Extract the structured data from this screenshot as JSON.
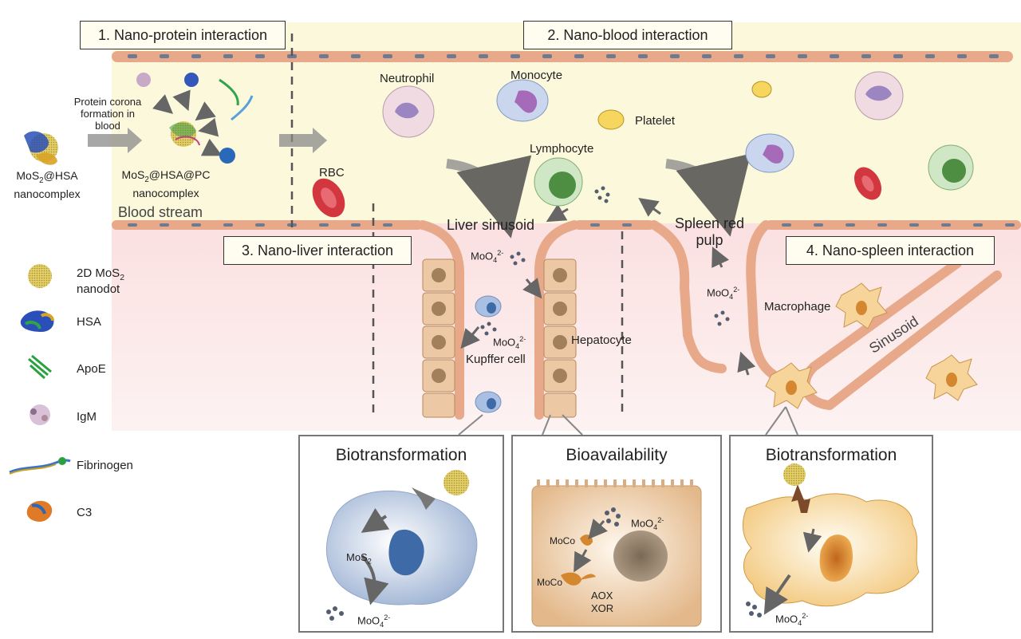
{
  "sections": {
    "s1": "1. Nano-protein interaction",
    "s2": "2. Nano-blood interaction",
    "s3": "3. Nano-liver interaction",
    "s4": "4. Nano-spleen interaction"
  },
  "labels": {
    "corona": [
      "Protein corona",
      "formation in",
      "blood"
    ],
    "mos2_hsa_base": "MoS",
    "mos2_hsa_rest": "@HSA",
    "nanocomplex": "nanocomplex",
    "mos2_hsa_pc_rest": "@HSA@PC",
    "blood_stream": "Blood stream",
    "rbc": "RBC",
    "neutrophil": "Neutrophil",
    "monocyte": "Monocyte",
    "platelet": "Platelet",
    "lymphocyte": "Lymphocyte",
    "liver_sinusoid": "Liver sinusoid",
    "spleen_red_pulp": [
      "Spleen red",
      "pulp"
    ],
    "moo4": "MoO",
    "kupffer": "Kupffer cell",
    "hepatocyte": "Hepatocyte",
    "macrophage": "Macrophage",
    "sinusoid": "Sinusoid",
    "mos2": "MoS",
    "moco": "MoCo",
    "aox": "AOX",
    "xor": "XOR",
    "sub2": "2",
    "sub4": "4",
    "sup2minus": "2-"
  },
  "legend": [
    {
      "label_pre": "2D MoS",
      "label_sub": "2",
      "label_post": " nanodot",
      "icon": "nanodot-icon"
    },
    {
      "label_pre": "HSA",
      "label_sub": "",
      "label_post": "",
      "icon": "hsa-protein-icon"
    },
    {
      "label_pre": "ApoE",
      "label_sub": "",
      "label_post": "",
      "icon": "apoe-protein-icon"
    },
    {
      "label_pre": "IgM",
      "label_sub": "",
      "label_post": "",
      "icon": "igm-protein-icon"
    },
    {
      "label_pre": "Fibrinogen",
      "label_sub": "",
      "label_post": "",
      "icon": "fibrinogen-protein-icon"
    },
    {
      "label_pre": "C3",
      "label_sub": "",
      "label_post": "",
      "icon": "c3-protein-icon"
    }
  ],
  "panels": {
    "left": "Biotransformation",
    "middle": "Bioavailability",
    "right": "Biotransformation"
  },
  "colors": {
    "blood_bg": "#fbf8dc",
    "tissue_bg": "#fbe4e4",
    "endothelial": "#e8a98a",
    "nucleus": "#6e7a90",
    "hepatocyte": "#ecc9a4",
    "kupffer": "#9fb6d8",
    "macrophage": "#f6d49a",
    "rbc": "#d2363f"
  }
}
